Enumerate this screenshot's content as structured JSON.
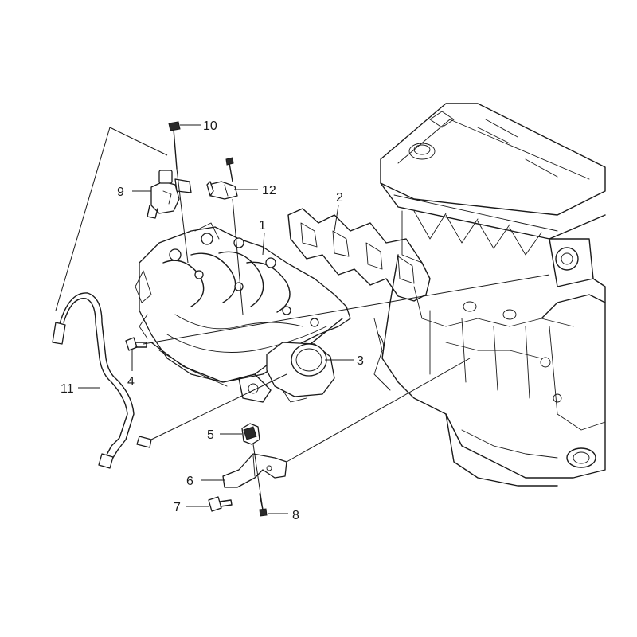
{
  "callouts": [
    {
      "id": "1",
      "text": "1"
    },
    {
      "id": "2",
      "text": "2"
    },
    {
      "id": "3",
      "text": "3"
    },
    {
      "id": "4",
      "text": "4"
    },
    {
      "id": "5",
      "text": "5"
    },
    {
      "id": "6",
      "text": "6"
    },
    {
      "id": "7",
      "text": "7"
    },
    {
      "id": "8",
      "text": "8"
    },
    {
      "id": "9",
      "text": "9"
    },
    {
      "id": "10",
      "text": "10"
    },
    {
      "id": "11",
      "text": "11"
    },
    {
      "id": "12",
      "text": "12"
    }
  ],
  "colors": {
    "line": "#1a1a1a",
    "background": "#ffffff"
  }
}
